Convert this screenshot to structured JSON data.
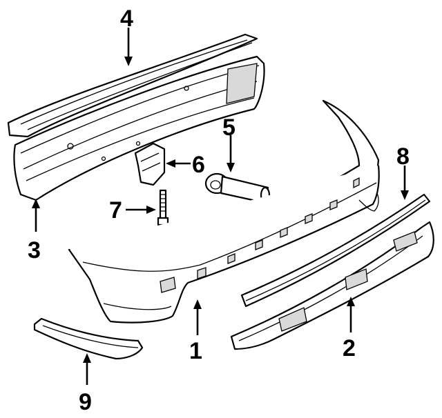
{
  "diagram": {
    "callouts": [
      {
        "id": "4",
        "label": "4"
      },
      {
        "id": "5",
        "label": "5"
      },
      {
        "id": "6",
        "label": "6"
      },
      {
        "id": "8",
        "label": "8"
      },
      {
        "id": "7",
        "label": "7"
      },
      {
        "id": "3",
        "label": "3"
      },
      {
        "id": "1",
        "label": "1"
      },
      {
        "id": "2",
        "label": "2"
      },
      {
        "id": "9",
        "label": "9"
      }
    ]
  }
}
